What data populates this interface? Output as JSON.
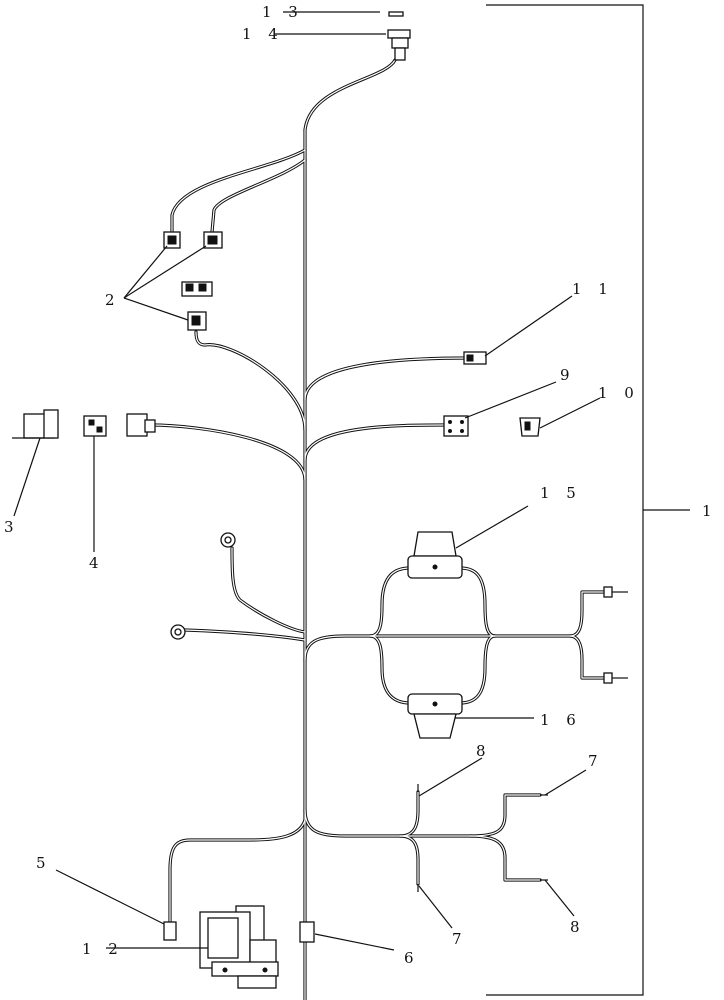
{
  "labels": {
    "n1": "1",
    "n2": "2",
    "n3": "3",
    "n4": "4",
    "n5": "5",
    "n6": "6",
    "n7a": "7",
    "n7b": "7",
    "n8a": "8",
    "n8b": "8",
    "n9": "9",
    "n10": "1 0",
    "n11": "1 1",
    "n12": "1 2",
    "n13": "1 3",
    "n14": "1 4",
    "n15": "1 5",
    "n16": "1 6"
  }
}
